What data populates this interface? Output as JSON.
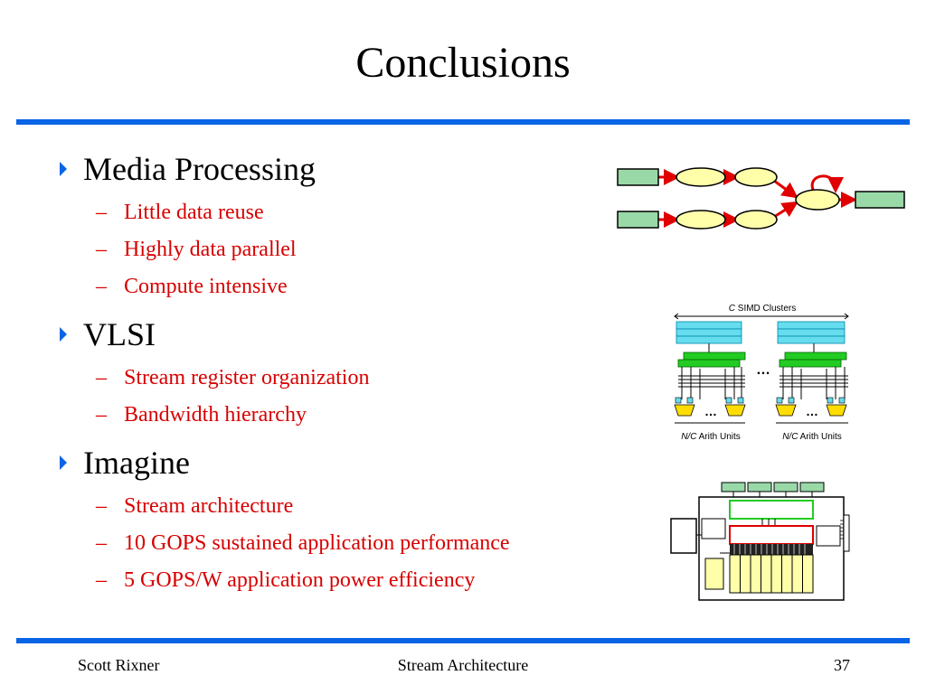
{
  "slide": {
    "title": "Conclusions"
  },
  "bullets": [
    {
      "label": "Media Processing",
      "subs": [
        "Little data reuse",
        "Highly data parallel",
        "Compute intensive"
      ]
    },
    {
      "label": "VLSI",
      "subs": [
        "Stream register organization",
        "Bandwidth hierarchy"
      ]
    },
    {
      "label": "Imagine",
      "subs": [
        "Stream architecture",
        "10 GOPS sustained application performance",
        "5 GOPS/W application power efficiency"
      ]
    }
  ],
  "diagrams": {
    "simd": {
      "top_label_italic": "C",
      "top_label_rest": " SIMD Clusters",
      "left_label_italic": "N/C",
      "left_label_rest": " Arith Units",
      "right_label_italic": "N/C",
      "right_label_rest": " Arith Units",
      "ellipsis": "…"
    }
  },
  "footer": {
    "left": "Scott Rixner",
    "center": "Stream Architecture",
    "right": "37"
  },
  "colors": {
    "accent_blue": "#0a64e6",
    "sub_bullet_red": "#d80000",
    "stream_green": "#99d9a8",
    "kernel_yellow": "#ffffaa",
    "arrow_red": "#e00000"
  }
}
